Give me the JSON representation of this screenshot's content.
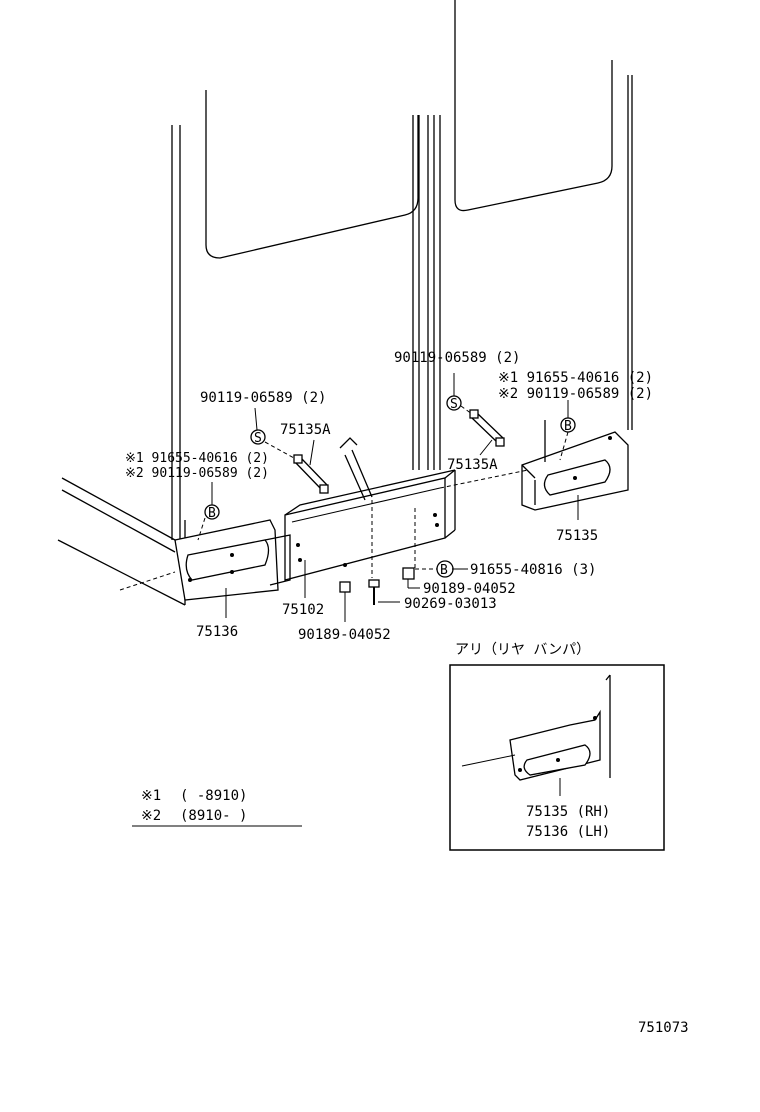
{
  "labels": {
    "bolt_upper_right": "90119-06589 (2)",
    "star1_upper_right": "※1 91655-40616 (2)",
    "star2_upper_right": "※2  90119-06589 (2)",
    "bolt_upper_left": "90119-06589 (2)",
    "brace_left": "75135A",
    "brace_right": "75135A",
    "star1_left": "※1 91655-40616 (2)",
    "star2_left": "※2 90119-06589 (2)",
    "bracket_right": "75135",
    "bolt_b": "91655-40816 (3)",
    "nut_right": "90189-04052",
    "bolt_center": "90269-03013",
    "crossmember": "75102",
    "bracket_left": "75136",
    "nut_left": "90189-04052",
    "callout_b": "B",
    "callout_s": "S",
    "callout_b_small": "B"
  },
  "inset": {
    "title": "アリ（リヤ バンパ）",
    "part_rh": "75135 (RH)",
    "part_lh": "75136 (LH)"
  },
  "notes": {
    "note1_mark": "※1",
    "note1_range": "(       -8910)",
    "note2_mark": "※2",
    "note2_range": "(8910-       )"
  },
  "diagram_number": "751073"
}
